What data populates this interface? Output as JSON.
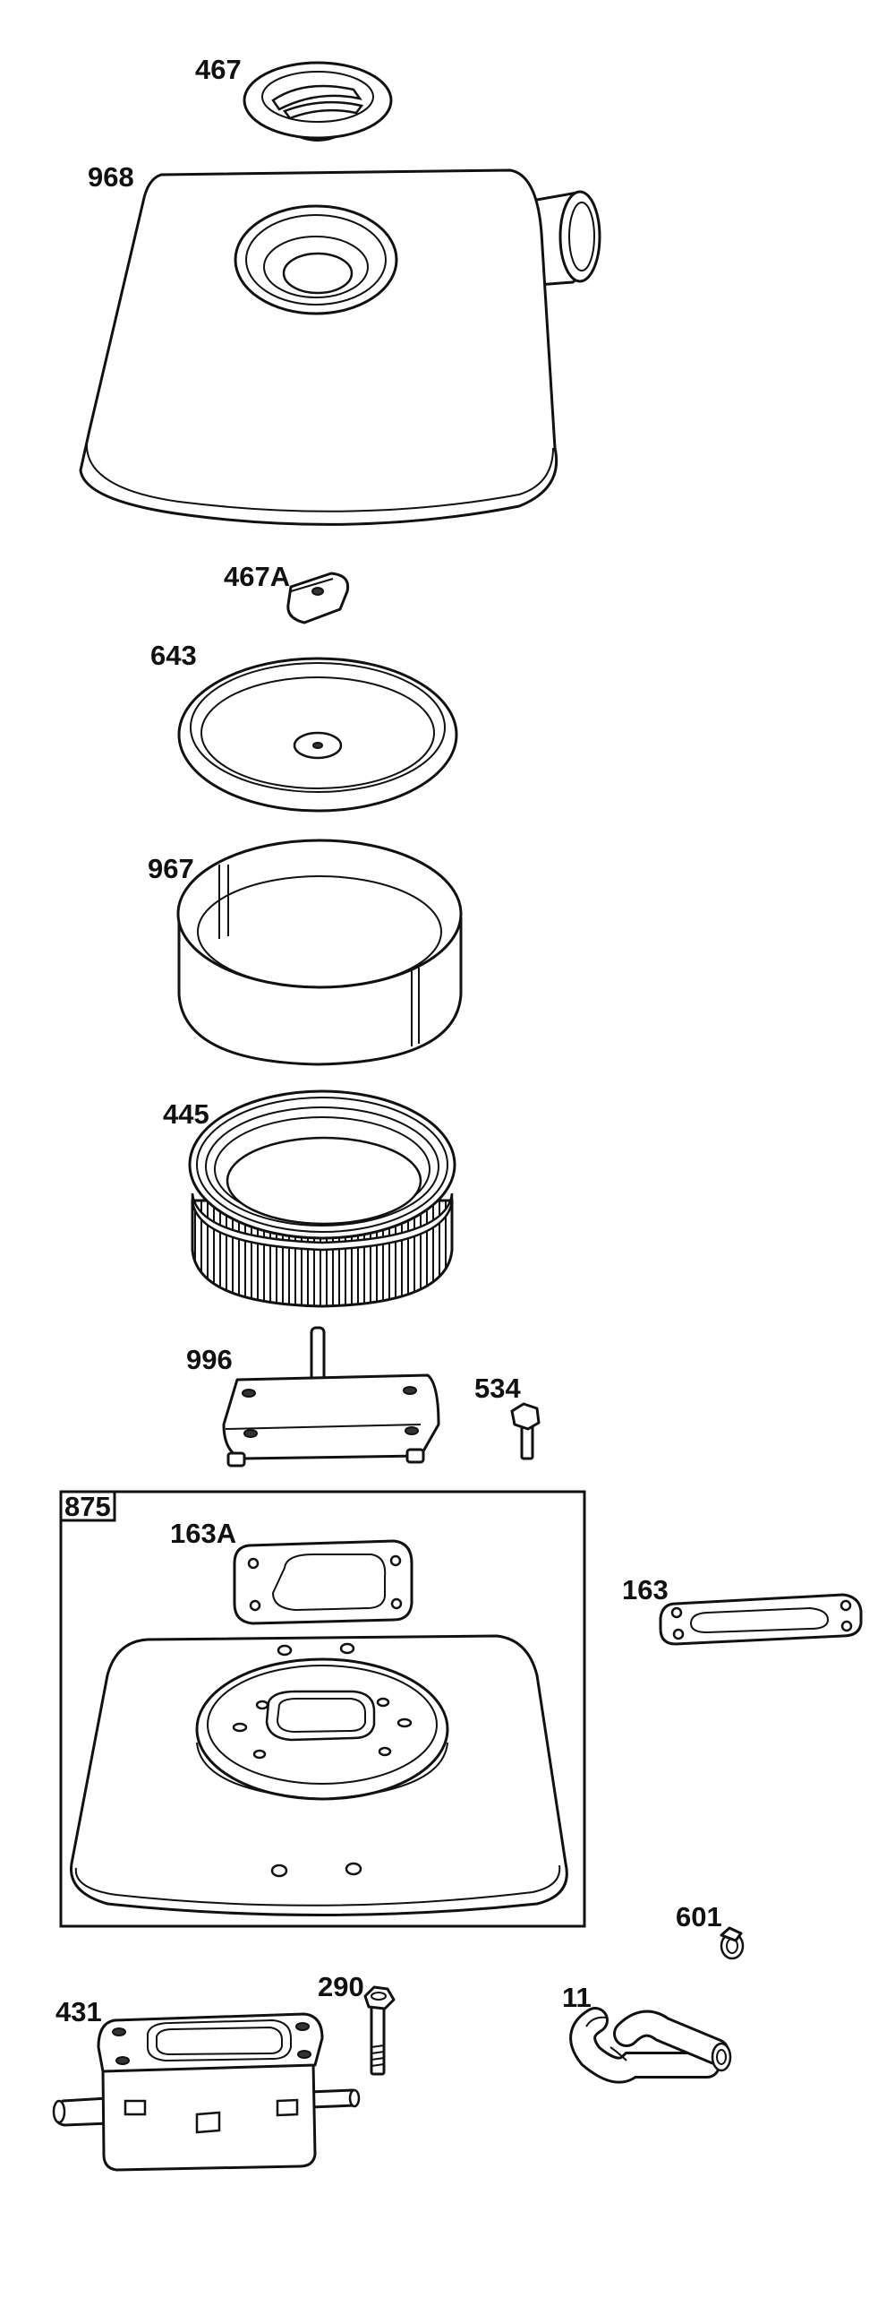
{
  "diagram": {
    "callouts": {
      "p467": "467",
      "p968": "968",
      "p467A": "467A",
      "p643": "643",
      "p967": "967",
      "p445": "445",
      "p996": "996",
      "p534": "534",
      "p875": "875",
      "p163A": "163A",
      "p163": "163",
      "p601": "601",
      "p290": "290",
      "p11": "11",
      "p431": "431"
    }
  }
}
